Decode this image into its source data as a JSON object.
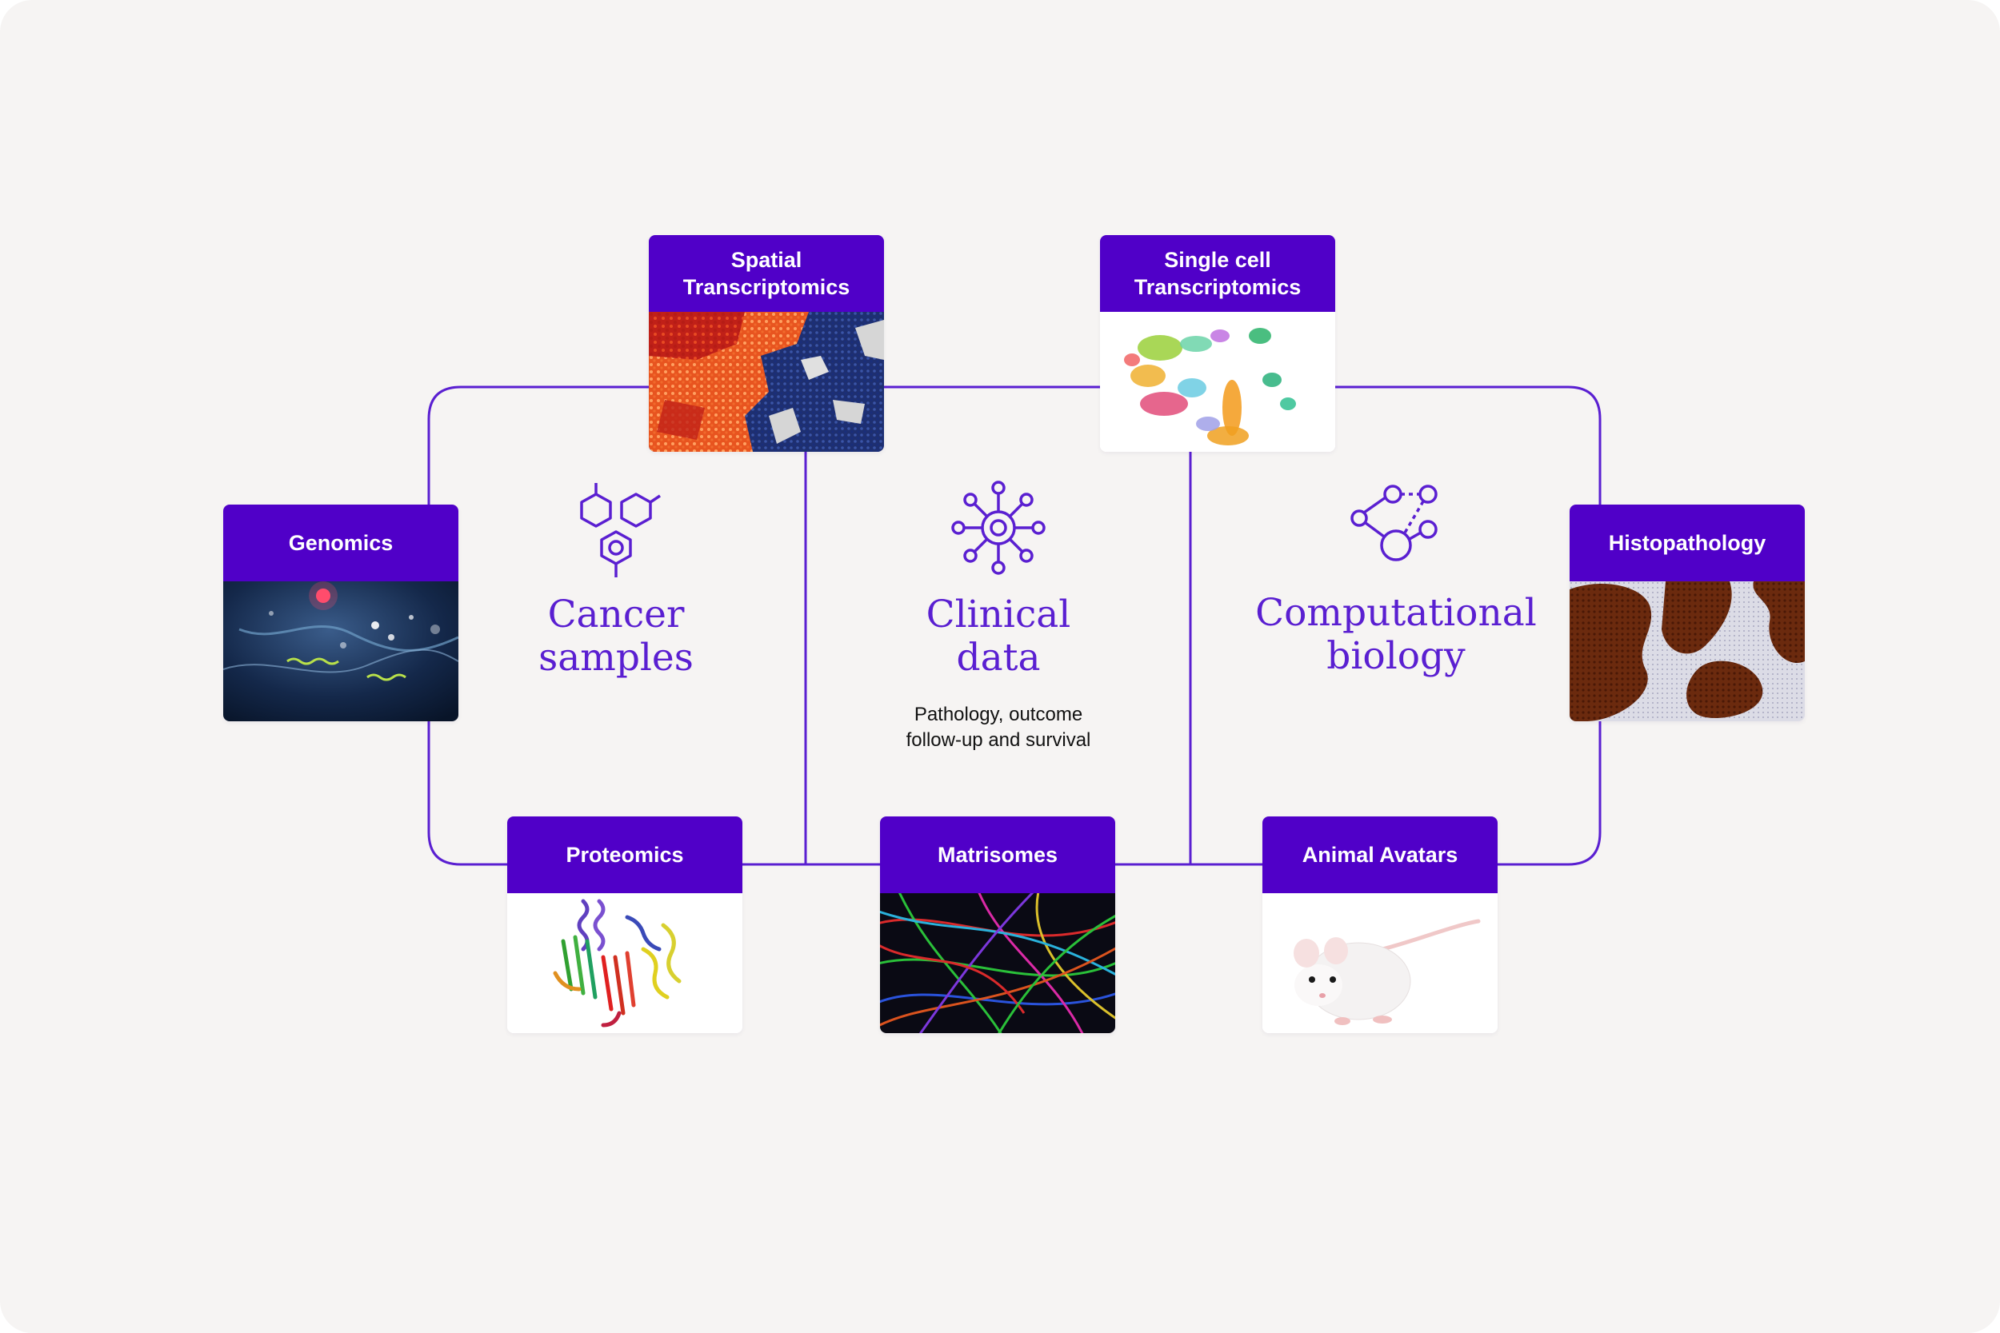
{
  "colors": {
    "background": "#f6f4f3",
    "accent": "#5000c8",
    "accent_text": "#5a1fd1",
    "connector": "#5a1fd1"
  },
  "cards": {
    "spatial": {
      "title_lines": [
        "Spatial",
        "Transcriptomics"
      ],
      "image": "spatial-transcriptomics-image"
    },
    "single_cell": {
      "title_lines": [
        "Single cell",
        "Transcriptomics"
      ],
      "image": "single-cell-umap-image"
    },
    "genomics": {
      "title_lines": [
        "Genomics"
      ],
      "image": "genomics-image"
    },
    "histopathology": {
      "title_lines": [
        "Histopathology"
      ],
      "image": "histopathology-image"
    },
    "proteomics": {
      "title_lines": [
        "Proteomics"
      ],
      "image": "protein-structure-image"
    },
    "matrisomes": {
      "title_lines": [
        "Matrisomes"
      ],
      "image": "matrisome-fibers-image"
    },
    "animal_avatars": {
      "title_lines": [
        "Animal Avatars"
      ],
      "image": "white-mouse-image"
    }
  },
  "hubs": {
    "cancer_samples": {
      "title_lines": [
        "Cancer",
        "samples"
      ],
      "icon": "hexagon-molecule-icon"
    },
    "clinical_data": {
      "title_lines": [
        "Clinical",
        "data"
      ],
      "subtitle_lines": [
        "Pathology, outcome",
        "follow-up and survival"
      ],
      "icon": "network-node-icon"
    },
    "computational_biology": {
      "title_lines": [
        "Computational",
        "biology"
      ],
      "icon": "graph-nodes-icon"
    }
  }
}
